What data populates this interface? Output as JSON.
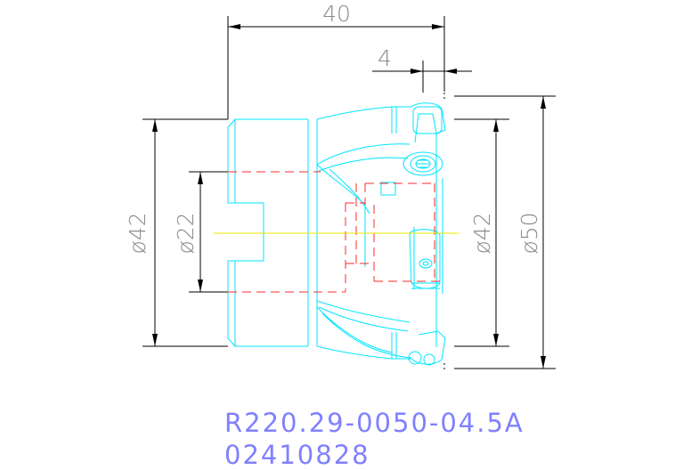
{
  "drawing": {
    "colors": {
      "part_outline": "#00e5ff",
      "hidden_lines": "#ff2b2b",
      "centerline": "#e8e800",
      "dimension_lines": "#000000",
      "dimension_text": "#8a8a8a",
      "part_code_text": "#8080ff"
    },
    "dimensions": {
      "overall_length": "40",
      "insert_offset": "4",
      "left_outer_diameter": "ø42",
      "bore_diameter": "ø22",
      "right_diameter": "ø42",
      "max_diameter": "ø50"
    },
    "part_number": "R220.29-0050-04.5A",
    "item_code": "02410828"
  }
}
